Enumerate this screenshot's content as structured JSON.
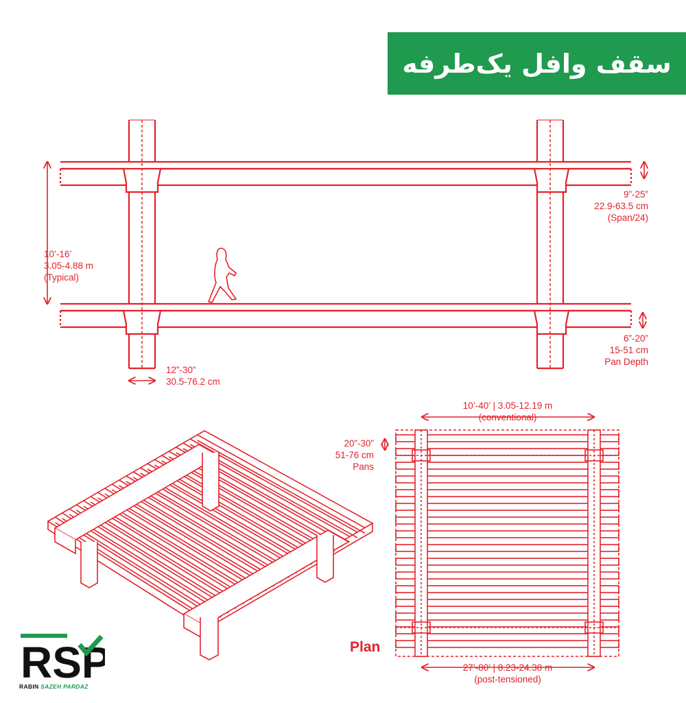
{
  "title": "سقف وافل یک‌طرفه",
  "labels": {
    "rib_depth": [
      "9”-25”",
      "22.9-63.5 cm",
      "(Span/24)"
    ],
    "floor_height": [
      "10’-16’",
      "3.05-4.88 m",
      "(Typical)"
    ],
    "pan_depth": [
      "6”-20”",
      "15-51 cm",
      "Pan Depth"
    ],
    "rib_width": [
      "12”-30”",
      "30.5-76.2 cm"
    ],
    "conventional": [
      "10’-40’ | 3.05-12.19 m",
      "(conventional)"
    ],
    "pans": [
      "20”-30”",
      "51-76 cm",
      "Pans"
    ],
    "post_tensioned": [
      "27’-80’ | 8.23-24.38 m",
      "(post-tensioned)"
    ],
    "plan": "Plan"
  },
  "logo": {
    "letters": "RSP",
    "name_part1": "RABIN",
    "name_part2": "SAZEH PARDAZ"
  },
  "colors": {
    "drawing": "#e3222b",
    "banner": "#1f9a4f",
    "logo_dark": "#111111",
    "logo_green": "#1f9a4f"
  }
}
